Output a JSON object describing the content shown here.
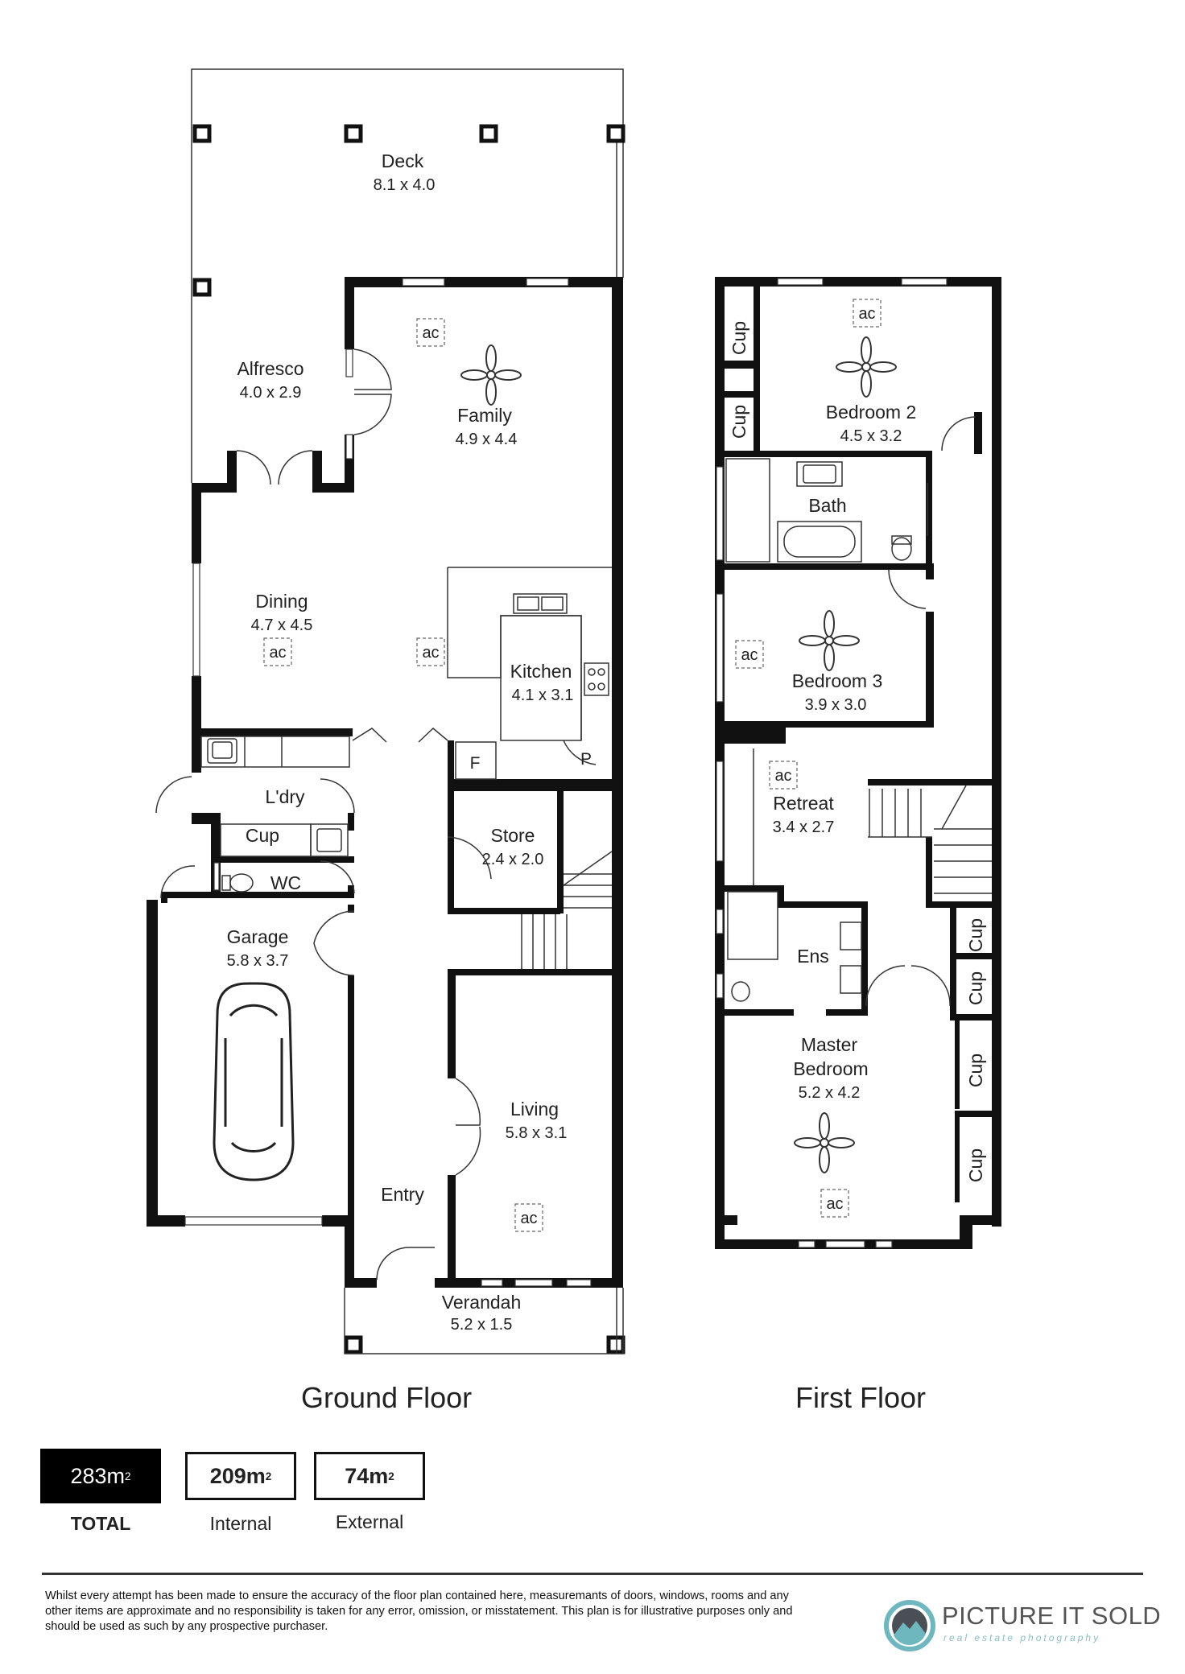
{
  "rooms": {
    "deck": {
      "name": "Deck",
      "size": "8.1 x 4.0"
    },
    "alfresco": {
      "name": "Alfresco",
      "size": "4.0 x 2.9"
    },
    "family": {
      "name": "Family",
      "size": "4.9 x 4.4"
    },
    "dining": {
      "name": "Dining",
      "size": "4.7 x 4.5"
    },
    "kitchen": {
      "name": "Kitchen",
      "size": "4.1 x 3.1"
    },
    "laundry": {
      "name": "L'dry"
    },
    "cupboard": {
      "name": "Cup"
    },
    "wc": {
      "name": "WC"
    },
    "store": {
      "name": "Store",
      "size": "2.4 x 2.0"
    },
    "garage": {
      "name": "Garage",
      "size": "5.8 x 3.7"
    },
    "living": {
      "name": "Living",
      "size": "5.8 x 3.1"
    },
    "entry": {
      "name": "Entry"
    },
    "verandah": {
      "name": "Verandah",
      "size": "5.2 x 1.5"
    },
    "fridge": {
      "name": "F"
    },
    "pantry": {
      "name": "P"
    },
    "bedroom2": {
      "name": "Bedroom 2",
      "size": "4.5 x 3.2"
    },
    "bath": {
      "name": "Bath"
    },
    "bedroom3": {
      "name": "Bedroom 3",
      "size": "3.9 x 3.0"
    },
    "retreat": {
      "name": "Retreat",
      "size": "3.4 x 2.7"
    },
    "ensuite": {
      "name": "Ens"
    },
    "master": {
      "name1": "Master",
      "name2": "Bedroom",
      "size": "5.2 x 4.2"
    }
  },
  "ac_label": "ac",
  "floors": {
    "ground": "Ground Floor",
    "first": "First Floor"
  },
  "areas": {
    "total": {
      "value": "283m",
      "sup": "2",
      "label": "TOTAL"
    },
    "internal": {
      "value": "209m",
      "sup": "2",
      "label": "Internal"
    },
    "external": {
      "value": "74m",
      "sup": "2",
      "label": "External"
    }
  },
  "disclaimer": "Whilst every attempt has been made to ensure the accuracy of the floor plan contained here, measuremants of doors, windows, rooms and any other items are approximate and no responsibility is taken for any error, omission, or misstatement. This plan is for illustrative purposes only and should be used as such by any prospective purchaser.",
  "brand": {
    "name": "PICTURE IT SOLD",
    "tagline": "real estate photography",
    "color": "#6fb7bf"
  }
}
